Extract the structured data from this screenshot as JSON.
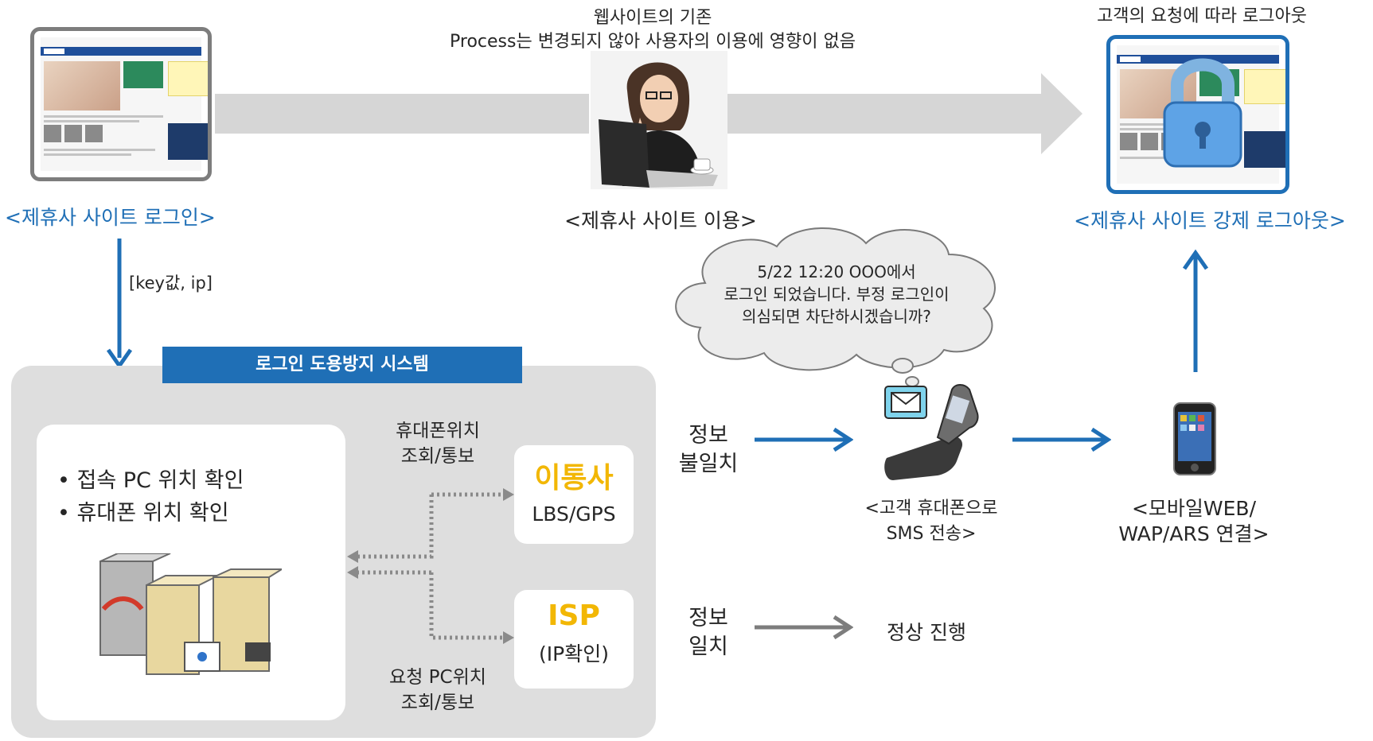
{
  "top_center": {
    "line1": "웹사이트의 기존",
    "line2": "Process는 변경되지 않아 사용자의 이용에 영향이 없음"
  },
  "top_right": {
    "caption": "고객의 요청에 따라 로그아웃"
  },
  "captions": {
    "login": "<제휴사 사이트 로그인>",
    "use": "<제휴사 사이트 이용>",
    "forced_logout": "<제휴사 사이트 강제 로그아웃>"
  },
  "key_label": "[key값, ip]",
  "system": {
    "title": "로그인 도용방지 시스템",
    "checks": [
      "• 접속 PC 위치 확인",
      "• 휴대폰 위치 확인"
    ],
    "phone_query": [
      "휴대폰위치",
      "조회/통보"
    ],
    "pc_query": [
      "요청 PC위치",
      "조회/통보"
    ],
    "carrier": {
      "title": "이통사",
      "sub": "LBS/GPS"
    },
    "isp": {
      "title": "ISP",
      "sub": "(IP확인)"
    }
  },
  "mismatch": [
    "정보",
    "불일치"
  ],
  "match": [
    "정보",
    "일치"
  ],
  "sms": [
    "<고객 휴대폰으로",
    "SMS 전송>"
  ],
  "mobile": [
    "<모바일WEB/",
    "WAP/ARS 연결>"
  ],
  "normal": "정상 진행",
  "cloud": [
    "5/22 12:20 OOO에서",
    "로그인 되었습니다. 부정 로그인이",
    "의심되면 차단하시겠습니까?"
  ],
  "colors": {
    "accent_blue": "#1f6fb6",
    "gold": "#f2b705",
    "panel_gray": "#dedede",
    "arrow_gray": "#d6d6d6"
  },
  "icons": [
    "site-thumbnail",
    "woman-laptop-icon",
    "lock-icon",
    "server-icon",
    "flip-phone-icon",
    "smartphone-icon",
    "envelope-icon"
  ]
}
